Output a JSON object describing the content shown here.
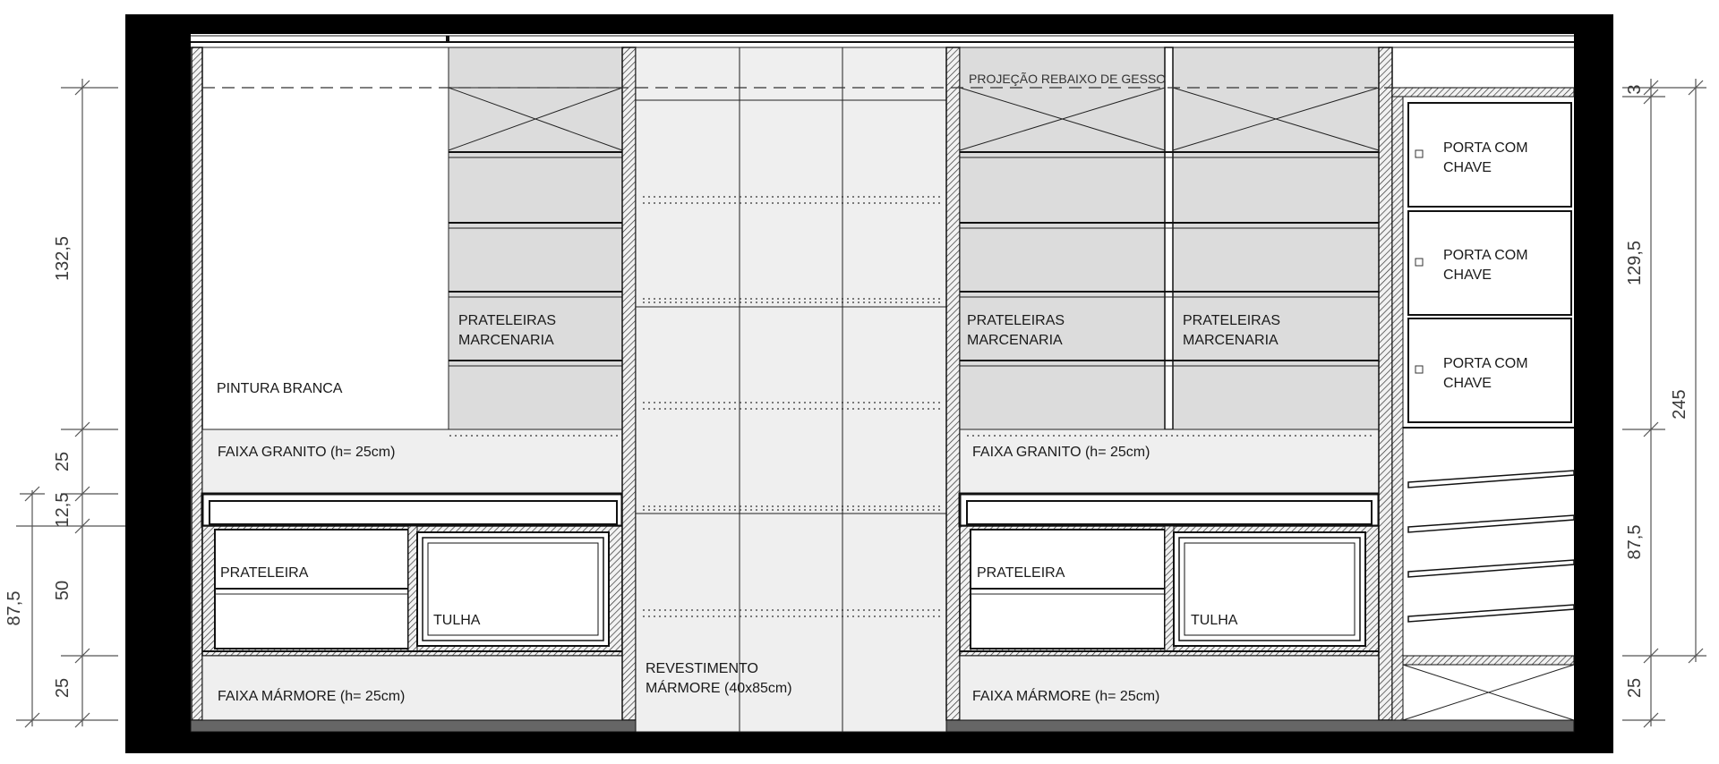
{
  "drawing": {
    "labels": {
      "pintura_branca": "PINTURA BRANCA",
      "prateleiras_1": "PRATELEIRAS",
      "marcenaria_1": "MARCENARIA",
      "prateleiras_2": "PRATELEIRAS",
      "marcenaria_2": "MARCENARIA",
      "prateleiras_3": "PRATELEIRAS",
      "marcenaria_3": "MARCENARIA",
      "projecao": "PROJEÇÃO REBAIXO DE GESSO",
      "faixa_granito_left": "FAIXA GRANITO (h= 25cm)",
      "faixa_granito_right": "FAIXA GRANITO (h= 25cm)",
      "prateleira_left": "PRATELEIRA",
      "prateleira_right": "PRATELEIRA",
      "tulha_left": "TULHA",
      "tulha_right": "TULHA",
      "faixa_marmore_left": "FAIXA MÁRMORE (h= 25cm)",
      "faixa_marmore_right": "FAIXA MÁRMORE (h= 25cm)",
      "revestimento_1": "REVESTIMENTO",
      "revestimento_2": "MÁRMORE (40x85cm)",
      "porta_1a": "PORTA COM",
      "porta_1b": "CHAVE",
      "porta_2a": "PORTA COM",
      "porta_2b": "CHAVE",
      "porta_3a": "PORTA COM",
      "porta_3b": "CHAVE"
    },
    "dimensions_left": {
      "d_132_5": "132,5",
      "d_25_top": "25",
      "d_12_5": "12,5",
      "d_50": "50",
      "d_25_bottom": "25",
      "d_87_5": "87,5"
    },
    "dimensions_right": {
      "d_3": "3",
      "d_129_5": "129,5",
      "d_87_5": "87,5",
      "d_25": "25",
      "d_245": "245"
    }
  }
}
